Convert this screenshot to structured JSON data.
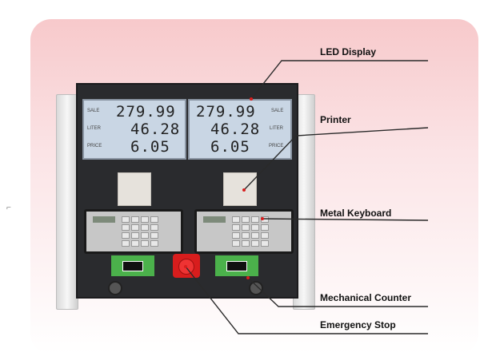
{
  "callouts": [
    {
      "label": "LED Display"
    },
    {
      "label": "Printer"
    },
    {
      "label": "Metal Keyboard"
    },
    {
      "label": "Mechanical Counter"
    },
    {
      "label": "Emergency Stop"
    }
  ],
  "display_left": {
    "sale_label": "SALE",
    "liter_label": "LITER",
    "price_label": "PRICE",
    "sale": "279.99",
    "liter": "46.28",
    "price": "6.05"
  },
  "display_right": {
    "sale_label": "SALE",
    "liter_label": "LITER",
    "price_label": "PRICE",
    "sale": "279.99",
    "liter": "46.28",
    "price": "6.05"
  },
  "colors": {
    "background_card": "#f7c9cb",
    "panel": "#2a2b2e",
    "lcd": "#c9d6e4",
    "counter": "#4bb14b",
    "emergency_stop": "#d81d1d"
  }
}
